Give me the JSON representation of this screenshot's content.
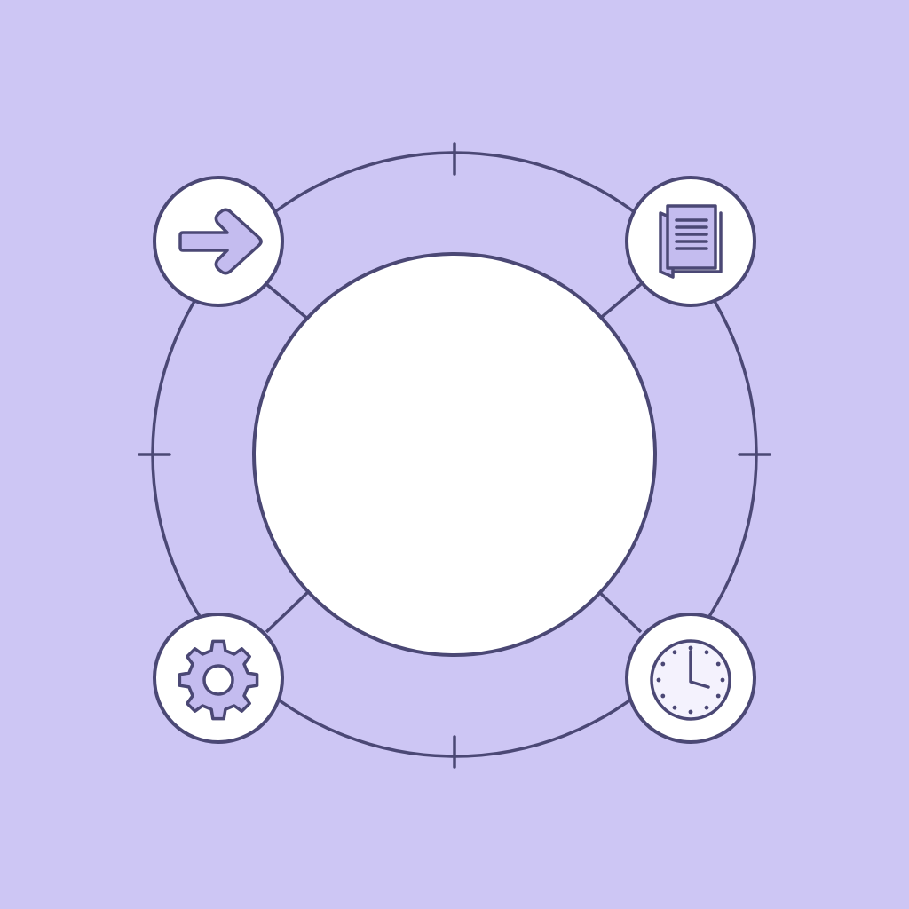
{
  "colors": {
    "background": "#cdc6f4",
    "stroke": "#4b4875",
    "center_fill": "#ffffff",
    "node_fill": "#ffffff",
    "icon_accent": "#c4bcef",
    "clock_fill": "#f4f2fd"
  },
  "diagram": {
    "center_label": "",
    "nodes": [
      {
        "id": "top-left",
        "icon": "arrow-right-icon"
      },
      {
        "id": "top-right",
        "icon": "book-icon"
      },
      {
        "id": "bottom-left",
        "icon": "gear-icon"
      },
      {
        "id": "bottom-right",
        "icon": "clock-icon"
      }
    ]
  }
}
